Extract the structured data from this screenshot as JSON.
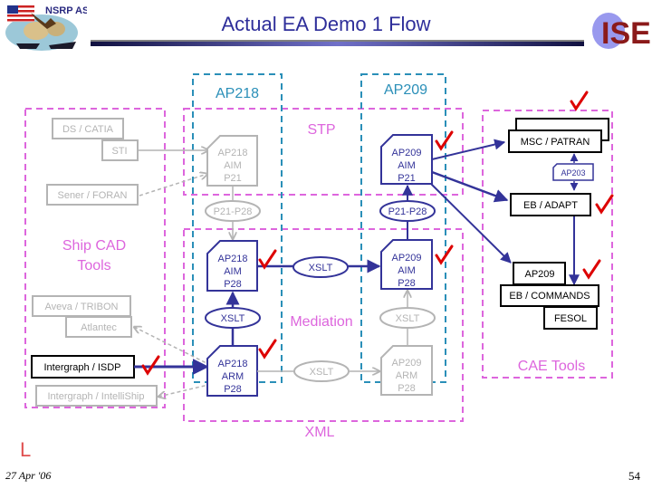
{
  "header": {
    "title": "Actual EA Demo 1 Flow",
    "logo_left_text": "NSRP ASE",
    "logo_right_text": "ISE"
  },
  "groups": {
    "ap218": "AP218",
    "ap209": "AP209",
    "stp": "STP",
    "mediation": "Mediation",
    "xml": "XML",
    "ship_cad_line1": "Ship CAD",
    "ship_cad_line2": "Tools",
    "cae_tools": "CAE Tools"
  },
  "cad_tools": {
    "ds_catia": "DS / CATIA",
    "sti": "STI",
    "sener_foran": "Sener / FORAN",
    "aveva_tribon": "Aveva / TRIBON",
    "atlantec": "Atlantec",
    "intergraph_isdp": "Intergraph / ISDP",
    "intergraph_intelliship": "Intergraph / IntelliShip"
  },
  "nodes": {
    "ap218_aim_p21": [
      "AP218",
      "AIM",
      "P21"
    ],
    "ap209_aim_p21": [
      "AP209",
      "AIM",
      "P21"
    ],
    "ap218_aim_p28": [
      "AP218",
      "AIM",
      "P28"
    ],
    "ap209_aim_p28": [
      "AP209",
      "AIM",
      "P28"
    ],
    "ap218_arm_p28": [
      "AP218",
      "ARM",
      "P28"
    ],
    "ap209_arm_p28": [
      "AP209",
      "ARM",
      "P28"
    ],
    "p21_p28_left": "P21-P28",
    "p21_p28_right": "P21-P28",
    "xslt_top": "XSLT",
    "xslt_left": "XSLT",
    "xslt_right": "XSLT",
    "xslt_bottom": "XSLT"
  },
  "cae_tools": {
    "msc_patran": "MSC / PATRAN",
    "ap203": "AP203",
    "eb_adapt": "EB / ADAPT",
    "ap209": "AP209",
    "eb_commands": "EB / COMMANDS",
    "fesol": "FESOL"
  },
  "footer": {
    "date": "27 Apr '06",
    "page_number": "54",
    "corner_mark": "L"
  },
  "colors": {
    "title": "#2e2e9a",
    "active": "#333399",
    "inactive": "#b4b4b4",
    "magenta": "#dd66dd",
    "teal": "#2a8fb8",
    "check": "#dd0000",
    "corner_mark": "#e05050"
  }
}
